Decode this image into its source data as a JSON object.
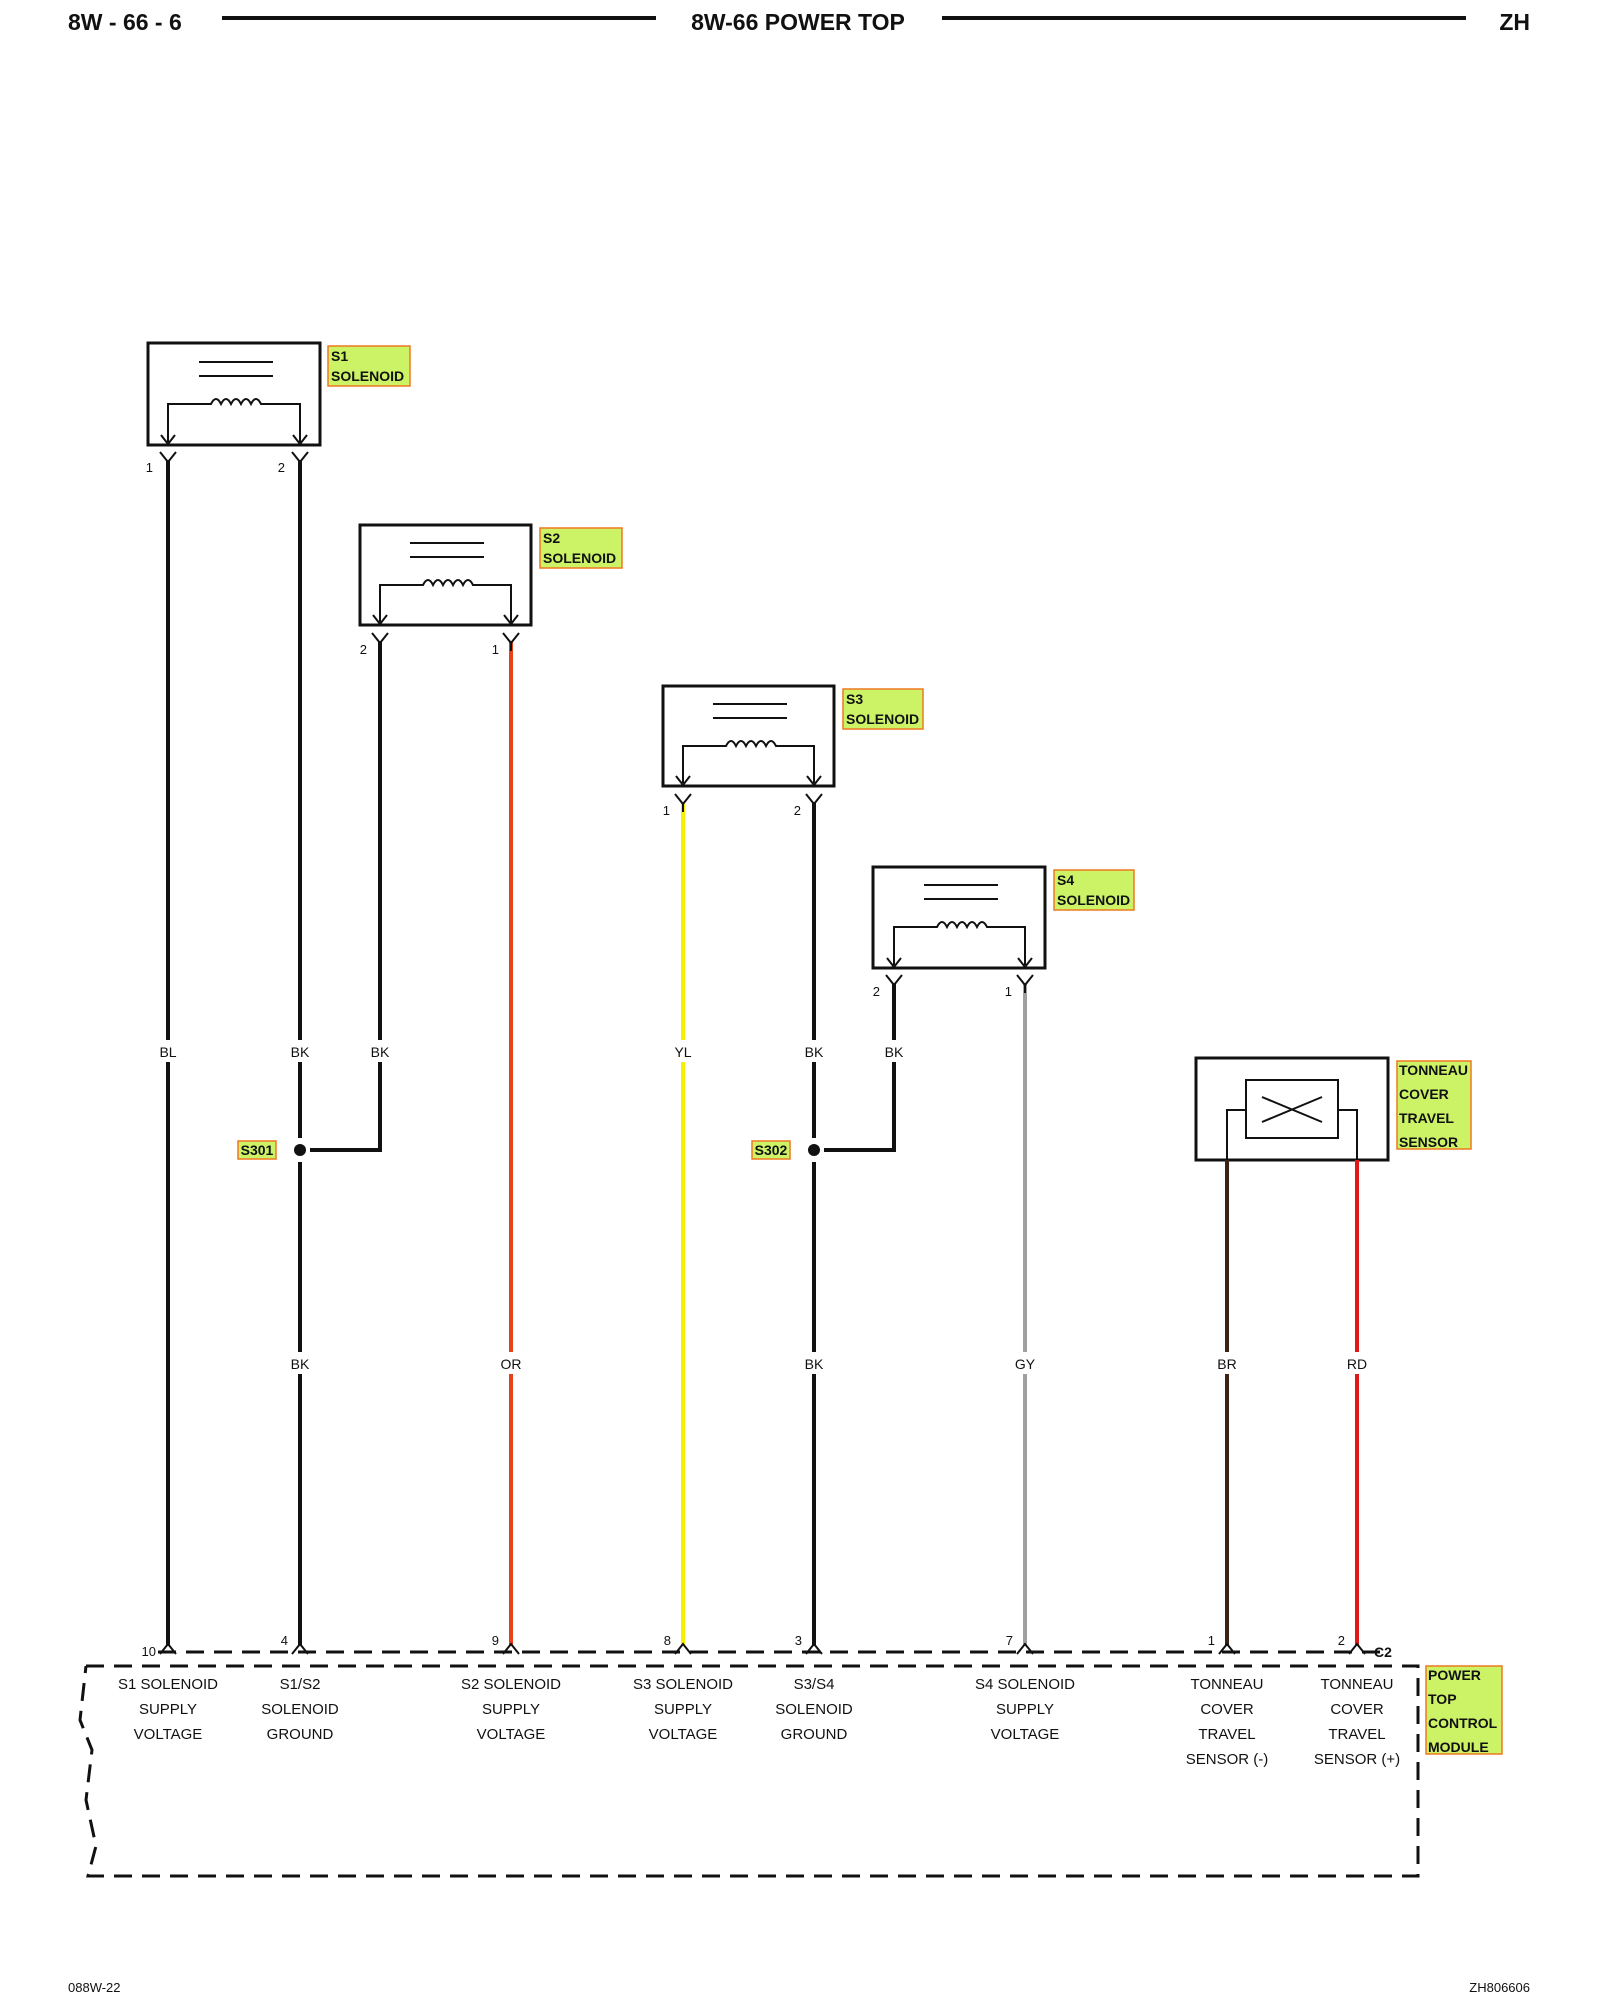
{
  "header": {
    "page_code": "8W - 66 - 6",
    "title": "8W-66 POWER TOP",
    "model": "ZH"
  },
  "footer": {
    "left_code": "088W-22",
    "right_code": "ZH806606"
  },
  "components": {
    "s1": {
      "label_lines": [
        "S1",
        "SOLENOID"
      ],
      "pins": [
        "1",
        "2"
      ]
    },
    "s2": {
      "label_lines": [
        "S2",
        "SOLENOID"
      ],
      "pins": [
        "2",
        "1"
      ]
    },
    "s3": {
      "label_lines": [
        "S3",
        "SOLENOID"
      ],
      "pins": [
        "1",
        "2"
      ]
    },
    "s4": {
      "label_lines": [
        "S4",
        "SOLENOID"
      ],
      "pins": [
        "2",
        "1"
      ]
    },
    "tonneau_sensor": {
      "label_lines": [
        "TONNEAU",
        "COVER",
        "TRAVEL",
        "SENSOR"
      ]
    }
  },
  "splices": {
    "s301": "S301",
    "s302": "S302"
  },
  "wires": {
    "w1": {
      "color_code": "BL",
      "color": "#111111"
    },
    "w2_upper": {
      "color_code": "BK",
      "color": "#111111"
    },
    "w2_lower": {
      "color_code": "BK",
      "color": "#111111"
    },
    "w3": {
      "color_code": "BK",
      "color": "#111111"
    },
    "w4": {
      "color_code": "OR",
      "color": "#e8401a"
    },
    "w5": {
      "color_code": "YL",
      "color": "#f4f000"
    },
    "w6_upper": {
      "color_code": "BK",
      "color": "#111111"
    },
    "w6_lower": {
      "color_code": "BK",
      "color": "#111111"
    },
    "w7": {
      "color_code": "BK",
      "color": "#111111"
    },
    "w8": {
      "color_code": "GY",
      "color": "#a0a0a0"
    },
    "w9": {
      "color_code": "BR",
      "color": "#3a2416"
    },
    "w10": {
      "color_code": "RD",
      "color": "#e01818"
    }
  },
  "module": {
    "label_lines": [
      "POWER",
      "TOP",
      "CONTROL",
      "MODULE"
    ],
    "connector": "C2",
    "pins": [
      {
        "pin": "10",
        "label_lines": [
          "S1 SOLENOID",
          "SUPPLY",
          "VOLTAGE"
        ]
      },
      {
        "pin": "4",
        "label_lines": [
          "S1/S2",
          "SOLENOID",
          "GROUND"
        ]
      },
      {
        "pin": "9",
        "label_lines": [
          "S2 SOLENOID",
          "SUPPLY",
          "VOLTAGE"
        ]
      },
      {
        "pin": "8",
        "label_lines": [
          "S3 SOLENOID",
          "SUPPLY",
          "VOLTAGE"
        ]
      },
      {
        "pin": "3",
        "label_lines": [
          "S3/S4",
          "SOLENOID",
          "GROUND"
        ]
      },
      {
        "pin": "7",
        "label_lines": [
          "S4 SOLENOID",
          "SUPPLY",
          "VOLTAGE"
        ]
      },
      {
        "pin": "1",
        "label_lines": [
          "TONNEAU",
          "COVER",
          "TRAVEL",
          "SENSOR (-)"
        ]
      },
      {
        "pin": "2",
        "label_lines": [
          "TONNEAU",
          "COVER",
          "TRAVEL",
          "SENSOR (+)"
        ]
      }
    ]
  }
}
